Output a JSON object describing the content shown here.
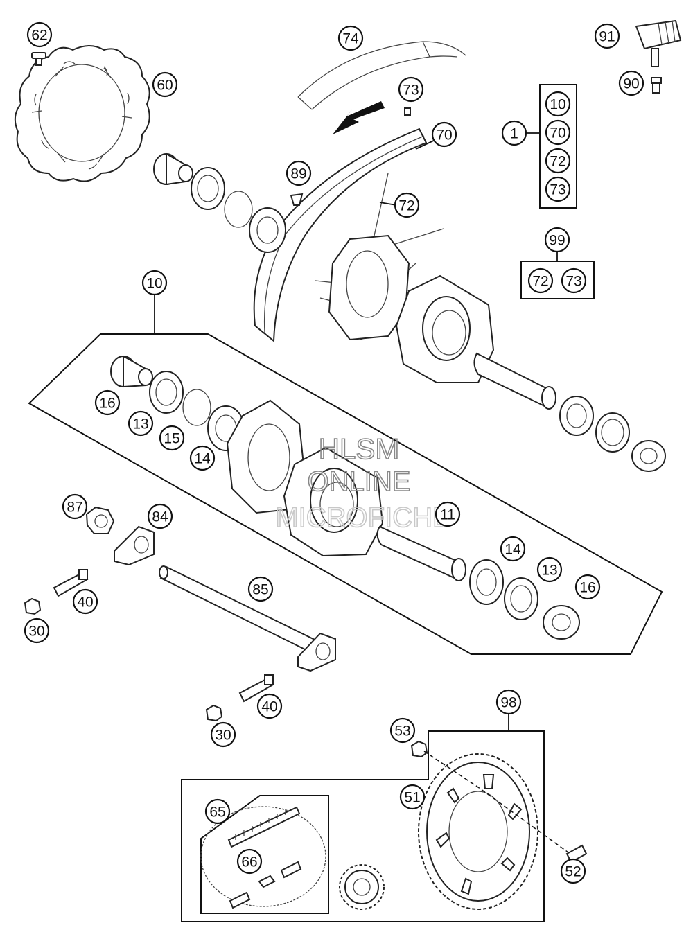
{
  "watermark": {
    "line1": "HLSM",
    "line2": "ONLINE",
    "line3": "MICROFICHE"
  },
  "callouts": [
    {
      "id": "c62",
      "label": "62"
    },
    {
      "id": "c60",
      "label": "60"
    },
    {
      "id": "c74",
      "label": "74"
    },
    {
      "id": "c73a",
      "label": "73"
    },
    {
      "id": "c70",
      "label": "70"
    },
    {
      "id": "c89",
      "label": "89"
    },
    {
      "id": "c72",
      "label": "72"
    },
    {
      "id": "c91",
      "label": "91"
    },
    {
      "id": "c90",
      "label": "90"
    },
    {
      "id": "c1",
      "label": "1"
    },
    {
      "id": "k10",
      "label": "10"
    },
    {
      "id": "k70",
      "label": "70"
    },
    {
      "id": "k72",
      "label": "72"
    },
    {
      "id": "k73",
      "label": "73"
    },
    {
      "id": "c99",
      "label": "99"
    },
    {
      "id": "k99a",
      "label": "72"
    },
    {
      "id": "k99b",
      "label": "73"
    },
    {
      "id": "c10",
      "label": "10"
    },
    {
      "id": "c16a",
      "label": "16"
    },
    {
      "id": "c13a",
      "label": "13"
    },
    {
      "id": "c15",
      "label": "15"
    },
    {
      "id": "c14a",
      "label": "14"
    },
    {
      "id": "c11",
      "label": "11"
    },
    {
      "id": "c14b",
      "label": "14"
    },
    {
      "id": "c13b",
      "label": "13"
    },
    {
      "id": "c16b",
      "label": "16"
    },
    {
      "id": "c87",
      "label": "87"
    },
    {
      "id": "c84",
      "label": "84"
    },
    {
      "id": "c40a",
      "label": "40"
    },
    {
      "id": "c30a",
      "label": "30"
    },
    {
      "id": "c85",
      "label": "85"
    },
    {
      "id": "c40b",
      "label": "40"
    },
    {
      "id": "c30b",
      "label": "30"
    },
    {
      "id": "c98",
      "label": "98"
    },
    {
      "id": "c53",
      "label": "53"
    },
    {
      "id": "c51",
      "label": "51"
    },
    {
      "id": "c65",
      "label": "65"
    },
    {
      "id": "c66",
      "label": "66"
    },
    {
      "id": "c52",
      "label": "52"
    }
  ]
}
